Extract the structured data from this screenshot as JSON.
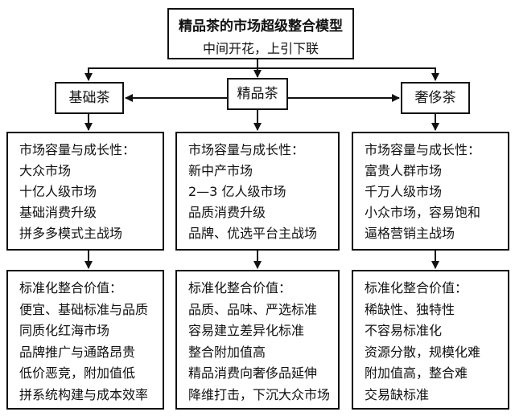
{
  "top": {
    "title": "精品茶的市场超级整合模型",
    "subtitle": "中间开花，上引下联"
  },
  "categories": {
    "basic": "基础茶",
    "premium": "精品茶",
    "luxury": "奢侈茶"
  },
  "market": {
    "basic": [
      "市场容量与成长性：",
      "大众市场",
      "十亿人级市场",
      "基础消费升级",
      "拼多多模式主战场"
    ],
    "premium": [
      "市场容量与成长性：",
      "新中产市场",
      "2—3 亿人级市场",
      "品质消费升级",
      "品牌、优选平台主战场"
    ],
    "luxury": [
      "市场容量与成长性：",
      "富贵人群市场",
      "千万人级市场",
      "小众市场，容易饱和",
      "逼格营销主战场"
    ]
  },
  "value": {
    "basic": [
      "标准化整合价值：",
      "便宜、基础标准与品质",
      "同质化红海市场",
      "品牌推广与通路昂贵",
      "低价恶竞，附加值低",
      "拼系统构建与成本效率"
    ],
    "premium": [
      "标准化整合价值：",
      "品质、品味、严选标准",
      "容易建立差异化标准",
      "整合附加值高",
      "精品消费向奢侈品延伸",
      "降维打击，下沉大众市场"
    ],
    "luxury": [
      "标准化整合价值：",
      "稀缺性、独特性",
      "不容易标准化",
      "资源分散，规模化难",
      "附加值高，整合难",
      "交易缺标准"
    ]
  }
}
